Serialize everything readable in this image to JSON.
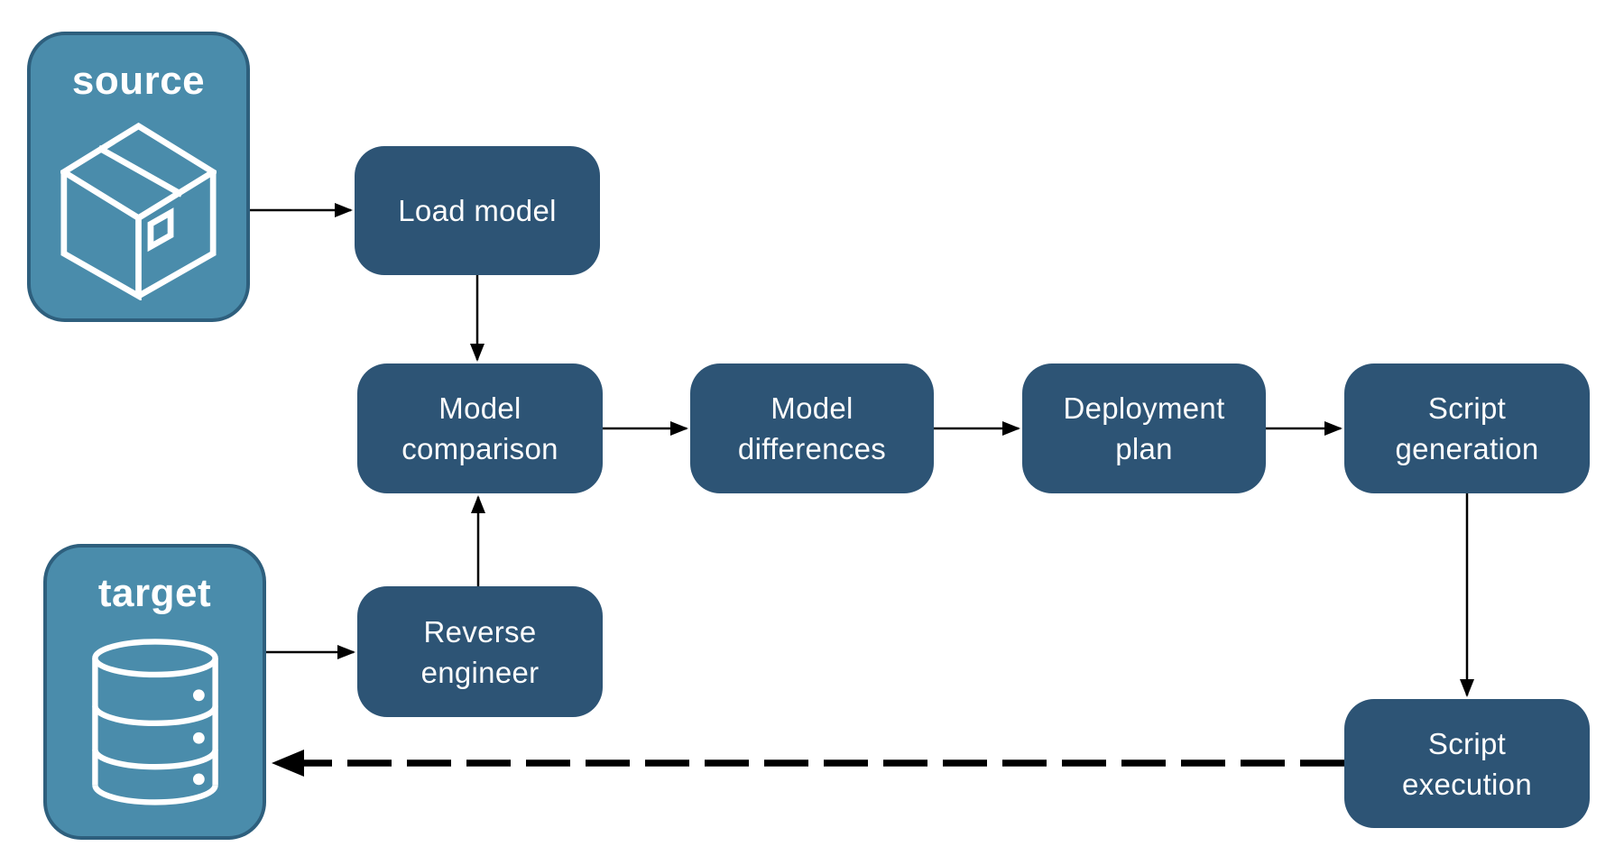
{
  "diagram": {
    "type": "flowchart",
    "background": "#ffffff",
    "palette": {
      "step_fill": "#2d5475",
      "step_text": "#ffffff",
      "store_fill": "#4a8cab",
      "store_border": "#2e5f7d",
      "store_text": "#ffffff",
      "connector": "#000000"
    }
  },
  "stores": {
    "source": {
      "label": "source",
      "icon": "package-icon"
    },
    "target": {
      "label": "target",
      "icon": "database-icon"
    }
  },
  "steps": {
    "load_model": {
      "label": "Load model",
      "lines": [
        "Load model"
      ]
    },
    "model_comparison": {
      "label": "Model comparison",
      "lines": [
        "Model",
        "comparison"
      ]
    },
    "model_differences": {
      "label": "Model differences",
      "lines": [
        "Model",
        "differences"
      ]
    },
    "deployment_plan": {
      "label": "Deployment plan",
      "lines": [
        "Deployment",
        "plan"
      ]
    },
    "script_generation": {
      "label": "Script generation",
      "lines": [
        "Script",
        "generation"
      ]
    },
    "reverse_engineer": {
      "label": "Reverse engineer",
      "lines": [
        "Reverse",
        "engineer"
      ]
    },
    "script_execution": {
      "label": "Script execution",
      "lines": [
        "Script",
        "execution"
      ]
    }
  },
  "connections": [
    {
      "from": "source",
      "to": "load_model",
      "style": "solid"
    },
    {
      "from": "load_model",
      "to": "model_comparison",
      "style": "solid"
    },
    {
      "from": "target",
      "to": "reverse_engineer",
      "style": "solid"
    },
    {
      "from": "reverse_engineer",
      "to": "model_comparison",
      "style": "solid"
    },
    {
      "from": "model_comparison",
      "to": "model_differences",
      "style": "solid"
    },
    {
      "from": "model_differences",
      "to": "deployment_plan",
      "style": "solid"
    },
    {
      "from": "deployment_plan",
      "to": "script_generation",
      "style": "solid"
    },
    {
      "from": "script_generation",
      "to": "script_execution",
      "style": "solid"
    },
    {
      "from": "script_execution",
      "to": "target",
      "style": "dashed"
    }
  ]
}
